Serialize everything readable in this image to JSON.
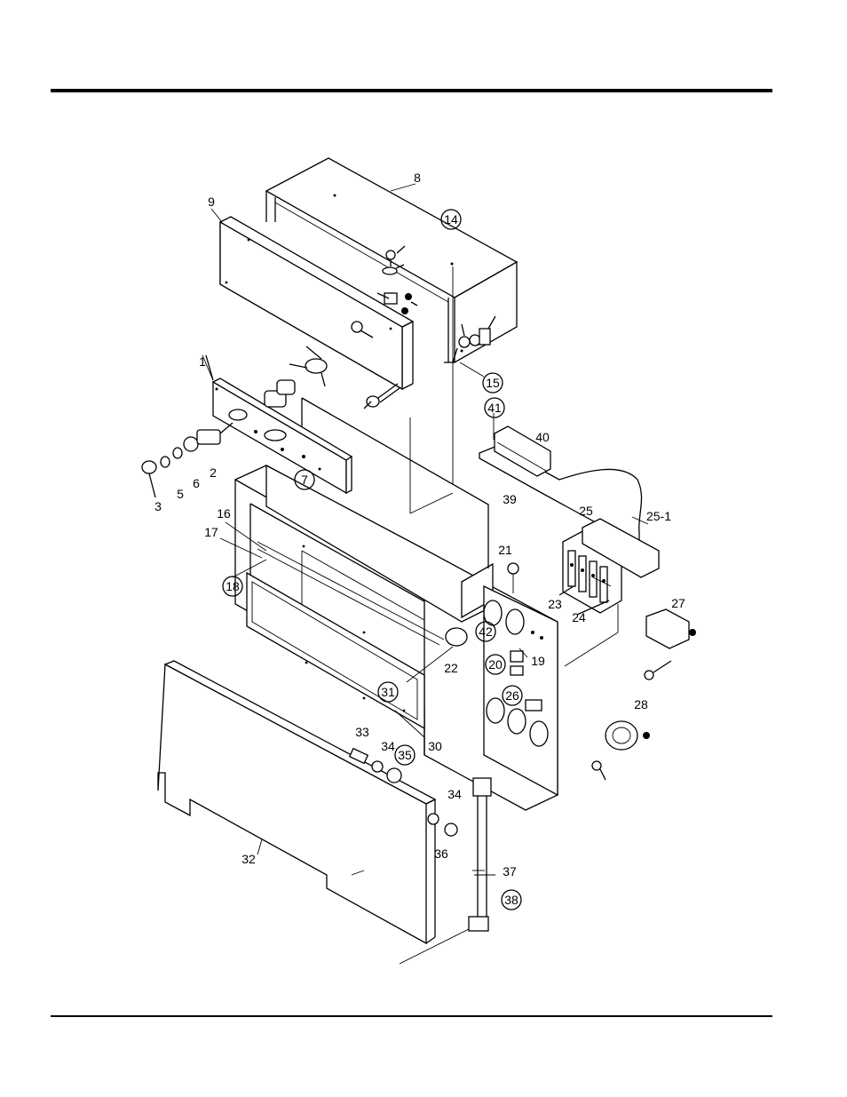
{
  "diagram": {
    "callouts": [
      {
        "id": "c1",
        "text": "1",
        "circled": false
      },
      {
        "id": "c2",
        "text": "2",
        "circled": false
      },
      {
        "id": "c3",
        "text": "3",
        "circled": false
      },
      {
        "id": "c5",
        "text": "5",
        "circled": false
      },
      {
        "id": "c6",
        "text": "6",
        "circled": false
      },
      {
        "id": "c7",
        "text": "7",
        "circled": true
      },
      {
        "id": "c8",
        "text": "8",
        "circled": false
      },
      {
        "id": "c9",
        "text": "9",
        "circled": false
      },
      {
        "id": "c14",
        "text": "14",
        "circled": true
      },
      {
        "id": "c15",
        "text": "15",
        "circled": true
      },
      {
        "id": "c16",
        "text": "16",
        "circled": false
      },
      {
        "id": "c17",
        "text": "17",
        "circled": false
      },
      {
        "id": "c18",
        "text": "18",
        "circled": true
      },
      {
        "id": "c19",
        "text": "19",
        "circled": false
      },
      {
        "id": "c20",
        "text": "20",
        "circled": true
      },
      {
        "id": "c21",
        "text": "21",
        "circled": false
      },
      {
        "id": "c22",
        "text": "22",
        "circled": false
      },
      {
        "id": "c23",
        "text": "23",
        "circled": false
      },
      {
        "id": "c24",
        "text": "24",
        "circled": false
      },
      {
        "id": "c25",
        "text": "25",
        "circled": false
      },
      {
        "id": "c25_1",
        "text": "25-1",
        "circled": false
      },
      {
        "id": "c26",
        "text": "26",
        "circled": true
      },
      {
        "id": "c27",
        "text": "27",
        "circled": false
      },
      {
        "id": "c28",
        "text": "28",
        "circled": false
      },
      {
        "id": "c30",
        "text": "30",
        "circled": false
      },
      {
        "id": "c31",
        "text": "31",
        "circled": true
      },
      {
        "id": "c32",
        "text": "32",
        "circled": false
      },
      {
        "id": "c33",
        "text": "33",
        "circled": false
      },
      {
        "id": "c34a",
        "text": "34",
        "circled": false
      },
      {
        "id": "c34b",
        "text": "34",
        "circled": false
      },
      {
        "id": "c35",
        "text": "35",
        "circled": true
      },
      {
        "id": "c36",
        "text": "36",
        "circled": false
      },
      {
        "id": "c37",
        "text": "37",
        "circled": false
      },
      {
        "id": "c38",
        "text": "38",
        "circled": true
      },
      {
        "id": "c39",
        "text": "39",
        "circled": false
      },
      {
        "id": "c40",
        "text": "40",
        "circled": false
      },
      {
        "id": "c41",
        "text": "41",
        "circled": true
      },
      {
        "id": "c42",
        "text": "42",
        "circled": true
      }
    ]
  }
}
